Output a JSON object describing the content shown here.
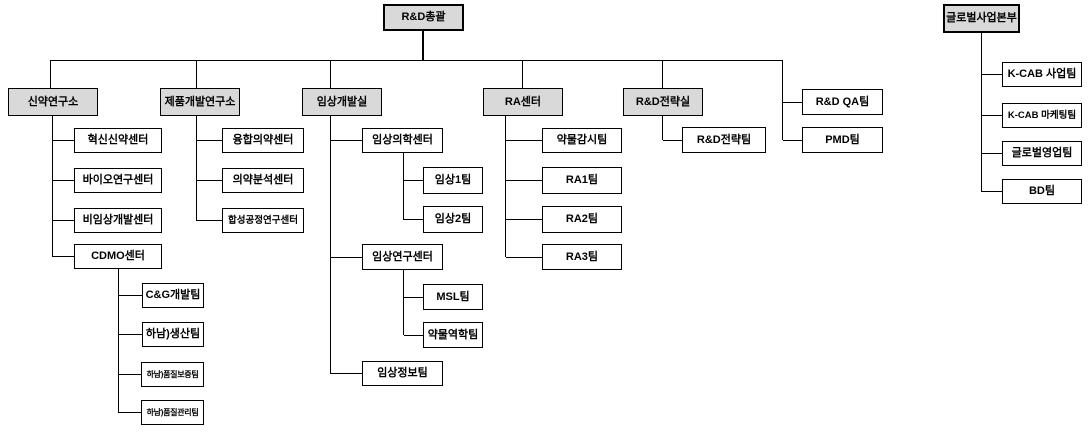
{
  "diagram": {
    "type": "org-chart",
    "colors": {
      "division_box_fill": "#d9d9d9",
      "team_box_fill": "#ffffff",
      "border": "#000000",
      "line": "#000000",
      "text": "#000000",
      "background": "#ffffff"
    }
  },
  "nodes": {
    "rnd_head": {
      "label": "R&D총괄"
    },
    "drug_lab": {
      "label": "신약연구소"
    },
    "innovation_center": {
      "label": "혁신신약센터"
    },
    "bio_center": {
      "label": "바이오연구센터"
    },
    "nonclinical_center": {
      "label": "비임상개발센터"
    },
    "cdmo_center": {
      "label": "CDMO센터"
    },
    "cng_team": {
      "label": "C&G개발팀"
    },
    "hanam_production_team": {
      "label": "하남)생산팀"
    },
    "hanam_qa_team": {
      "label": "하남)품질보증팀"
    },
    "hanam_qc_team": {
      "label": "하남)품질관리팀"
    },
    "product_lab": {
      "label": "제품개발연구소"
    },
    "fusion_center": {
      "label": "융합의약센터"
    },
    "analysis_center": {
      "label": "의약분석센터"
    },
    "synthesis_center": {
      "label": "합성공정연구센터"
    },
    "clinical_office": {
      "label": "임상개발실"
    },
    "clinical_medical_center": {
      "label": "임상의학센터"
    },
    "clinical1_team": {
      "label": "임상1팀"
    },
    "clinical2_team": {
      "label": "임상2팀"
    },
    "clinical_research_center": {
      "label": "임상연구센터"
    },
    "msl_team": {
      "label": "MSL팀"
    },
    "pharmacoepi_team": {
      "label": "약물역학팀"
    },
    "clinical_info_team": {
      "label": "임상정보팀"
    },
    "ra_center": {
      "label": "RA센터"
    },
    "pv_team": {
      "label": "약물감시팀"
    },
    "ra1_team": {
      "label": "RA1팀"
    },
    "ra2_team": {
      "label": "RA2팀"
    },
    "ra3_team": {
      "label": "RA3팀"
    },
    "strategy_office": {
      "label": "R&D전략실"
    },
    "strategy_team": {
      "label": "R&D전략팀"
    },
    "qa_team": {
      "label": "R&D QA팀"
    },
    "pmd_team": {
      "label": "PMD팀"
    },
    "global_division": {
      "label": "글로벌사업본부"
    },
    "kcab_business_team": {
      "label": "K-CAB 사업팀"
    },
    "kcab_marketing_team": {
      "label": "K-CAB 마케팅팀"
    },
    "global_sales_team": {
      "label": "글로벌영업팀"
    },
    "bd_team": {
      "label": "BD팀"
    }
  },
  "hierarchy": [
    {
      "id": "rnd_head",
      "children": [
        {
          "id": "drug_lab",
          "children": [
            {
              "id": "innovation_center"
            },
            {
              "id": "bio_center"
            },
            {
              "id": "nonclinical_center"
            },
            {
              "id": "cdmo_center",
              "children": [
                {
                  "id": "cng_team"
                },
                {
                  "id": "hanam_production_team"
                },
                {
                  "id": "hanam_qa_team"
                },
                {
                  "id": "hanam_qc_team"
                }
              ]
            }
          ]
        },
        {
          "id": "product_lab",
          "children": [
            {
              "id": "fusion_center"
            },
            {
              "id": "analysis_center"
            },
            {
              "id": "synthesis_center"
            }
          ]
        },
        {
          "id": "clinical_office",
          "children": [
            {
              "id": "clinical_medical_center",
              "children": [
                {
                  "id": "clinical1_team"
                },
                {
                  "id": "clinical2_team"
                }
              ]
            },
            {
              "id": "clinical_research_center",
              "children": [
                {
                  "id": "msl_team"
                },
                {
                  "id": "pharmacoepi_team"
                }
              ]
            },
            {
              "id": "clinical_info_team"
            }
          ]
        },
        {
          "id": "ra_center",
          "children": [
            {
              "id": "pv_team"
            },
            {
              "id": "ra1_team"
            },
            {
              "id": "ra2_team"
            },
            {
              "id": "ra3_team"
            }
          ]
        },
        {
          "id": "strategy_office",
          "children": [
            {
              "id": "strategy_team"
            }
          ]
        },
        {
          "id": "qa_team"
        },
        {
          "id": "pmd_team"
        }
      ]
    },
    {
      "id": "global_division",
      "children": [
        {
          "id": "kcab_business_team"
        },
        {
          "id": "kcab_marketing_team"
        },
        {
          "id": "global_sales_team"
        },
        {
          "id": "bd_team"
        }
      ]
    }
  ]
}
